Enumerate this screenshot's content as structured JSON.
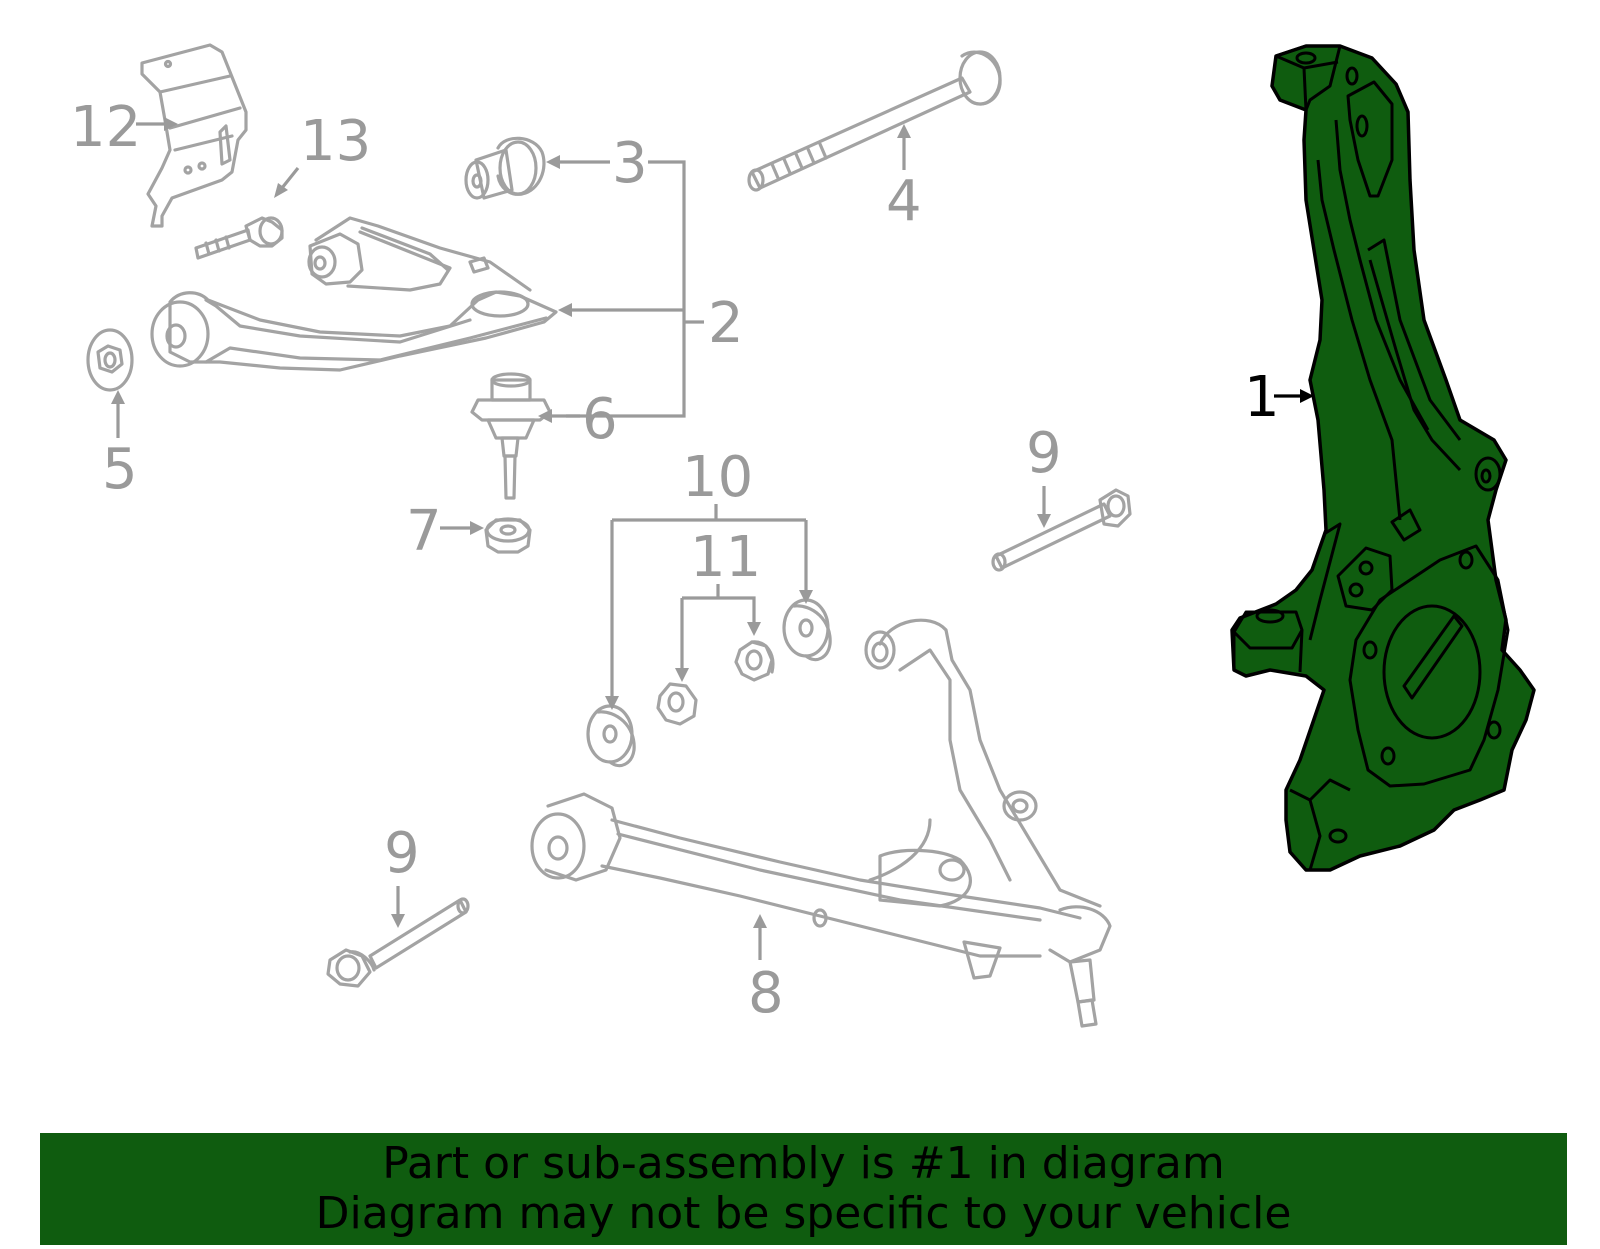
{
  "diagram": {
    "callouts": [
      {
        "id": "1",
        "label": "1",
        "highlighted": true
      },
      {
        "id": "2",
        "label": "2"
      },
      {
        "id": "3",
        "label": "3"
      },
      {
        "id": "4",
        "label": "4"
      },
      {
        "id": "5",
        "label": "5"
      },
      {
        "id": "6",
        "label": "6"
      },
      {
        "id": "7",
        "label": "7"
      },
      {
        "id": "8",
        "label": "8"
      },
      {
        "id": "9a",
        "label": "9"
      },
      {
        "id": "9b",
        "label": "9"
      },
      {
        "id": "10",
        "label": "10"
      },
      {
        "id": "11",
        "label": "11"
      },
      {
        "id": "12",
        "label": "12"
      },
      {
        "id": "13",
        "label": "13"
      }
    ],
    "colors": {
      "highlight": "#0f5c0f",
      "line": "#a3a3a3",
      "callout": "#9a9a9a",
      "active_callout": "#000000"
    }
  },
  "banner": {
    "line1": "Part or sub-assembly is #1 in diagram",
    "line2": "Diagram may not be specific to your vehicle"
  }
}
